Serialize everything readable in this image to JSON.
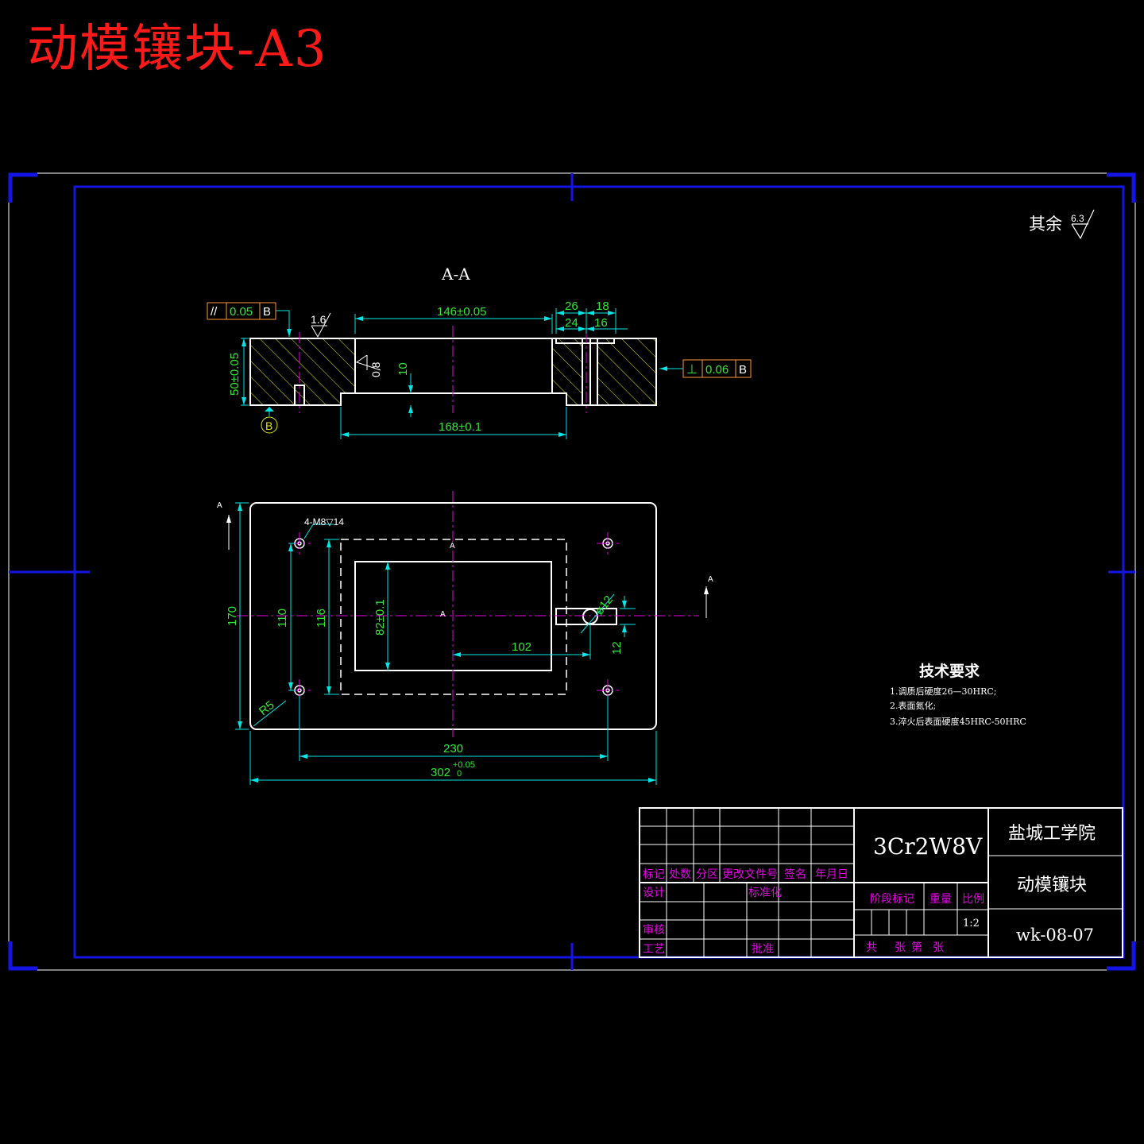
{
  "drawing_title": "动模镶块-A3",
  "roughness_note": {
    "prefix": "其余",
    "value": "6.3"
  },
  "section_view": {
    "label": "A-A",
    "roughness_top": "1.6",
    "roughness_side": "0.8",
    "dims": {
      "width_146": "146±0.05",
      "d26": "26",
      "d18": "18",
      "d24": "24",
      "d16": "16",
      "height_50": "50±0.05",
      "depth_10": "10",
      "width_168": "168±0.1"
    },
    "tol_parallel": {
      "symbol": "//",
      "value": "0.05",
      "datum": "B"
    },
    "tol_perp": {
      "symbol": "⊥",
      "value": "0.06",
      "datum": "B"
    },
    "datum_label": "B"
  },
  "plan_view": {
    "section_mark": "A",
    "hole_note": "4-M8▽14",
    "dims": {
      "h170": "170",
      "h110": "110",
      "h116": "116",
      "h82": "82±0.1",
      "w102": "102",
      "d12": "ø12",
      "w12": "12",
      "r5": "R5",
      "w230": "230",
      "w302": "302",
      "w302_tol_up": "+0.05",
      "w302_tol_low": "0"
    },
    "center_labels": {
      "top": "A",
      "mid": "A"
    }
  },
  "tech_requirements": {
    "heading": "技术要求",
    "items": [
      "1.调质后硬度26—30HRC;",
      "2.表面氮化;",
      "3.淬火后表面硬度45HRC-50HRC"
    ]
  },
  "title_block": {
    "material": "3Cr2W8V",
    "school": "盐城工学院",
    "part_name": "动模镶块",
    "drawing_no": "wk-08-07",
    "scale": "1:2",
    "headers": [
      "标记",
      "处数",
      "分区",
      "更改文件号",
      "签名",
      "年月日"
    ],
    "row_design": "设计",
    "row_standard": "标准化",
    "row_review": "审核",
    "row_process": "工艺",
    "row_approve": "批准",
    "stage_mark": "阶段标记",
    "weight": "重量",
    "scale_label": "比例",
    "sheets_total": "共",
    "sheets_of": "张",
    "sheet_no": "第",
    "sheet_no_suffix": "张"
  },
  "colors": {
    "frame_blue": "#1414e6",
    "outline": "#ffffff",
    "dim_cyan": "#00e6e6",
    "dim_text_green": "#33e633",
    "hatch_yellow": "#e6e600",
    "center_magenta": "#e600e6",
    "tol_orange": "#ff9933",
    "title_red": "#ff1a1a"
  }
}
